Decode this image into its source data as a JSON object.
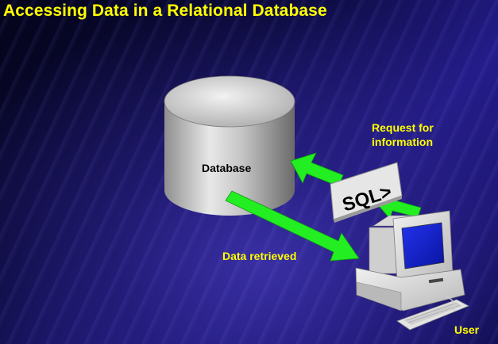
{
  "title": "Accessing Data in a Relational Database",
  "database_label": "Database",
  "request_label": [
    "Request for",
    "information"
  ],
  "sql_label": "SQL>",
  "retrieved_label": "Data retrieved",
  "user_label": "User",
  "colors": {
    "title": "#ffff00",
    "arrow": "#22ee22",
    "background": "#1d1780"
  }
}
